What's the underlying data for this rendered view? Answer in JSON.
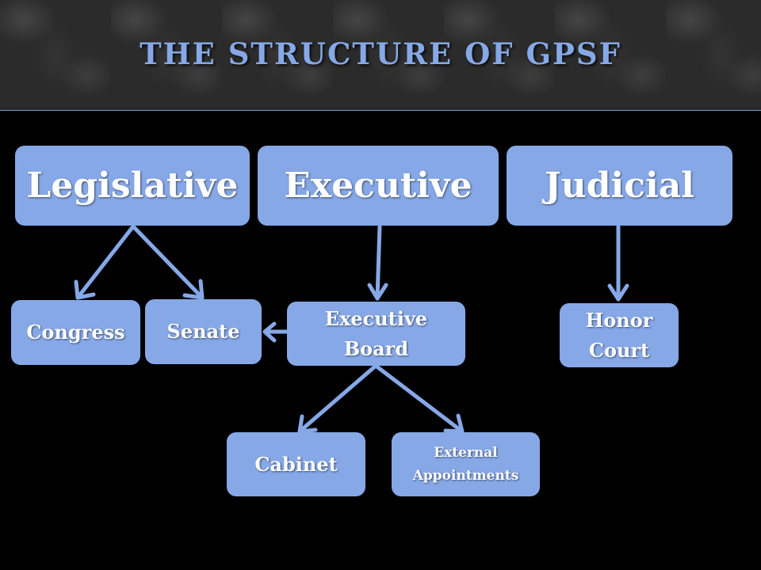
{
  "title": "THE STRUCTURE OF GPSF",
  "colors": {
    "box": "#86a8e7",
    "title": "#86a8e7",
    "arrow": "#86a8e7",
    "text": "#ffffff",
    "background": "#000000"
  },
  "diagram": {
    "branches": {
      "legislative": "Legislative",
      "executive": "Executive",
      "judicial": "Judicial"
    },
    "nodes": {
      "congress": "Congress",
      "senate": "Senate",
      "executive_board_line1": "Executive",
      "executive_board_line2": "Board",
      "honor_court_line1": "Honor",
      "honor_court_line2": "Court",
      "cabinet": "Cabinet",
      "external_appointments_line1": "External",
      "external_appointments_line2": "Appointments"
    },
    "edges": [
      [
        "Legislative",
        "Congress"
      ],
      [
        "Legislative",
        "Senate"
      ],
      [
        "Executive",
        "Executive Board"
      ],
      [
        "Executive Board",
        "Senate"
      ],
      [
        "Judicial",
        "Honor Court"
      ],
      [
        "Executive Board",
        "Cabinet"
      ],
      [
        "Executive Board",
        "External Appointments"
      ]
    ]
  }
}
